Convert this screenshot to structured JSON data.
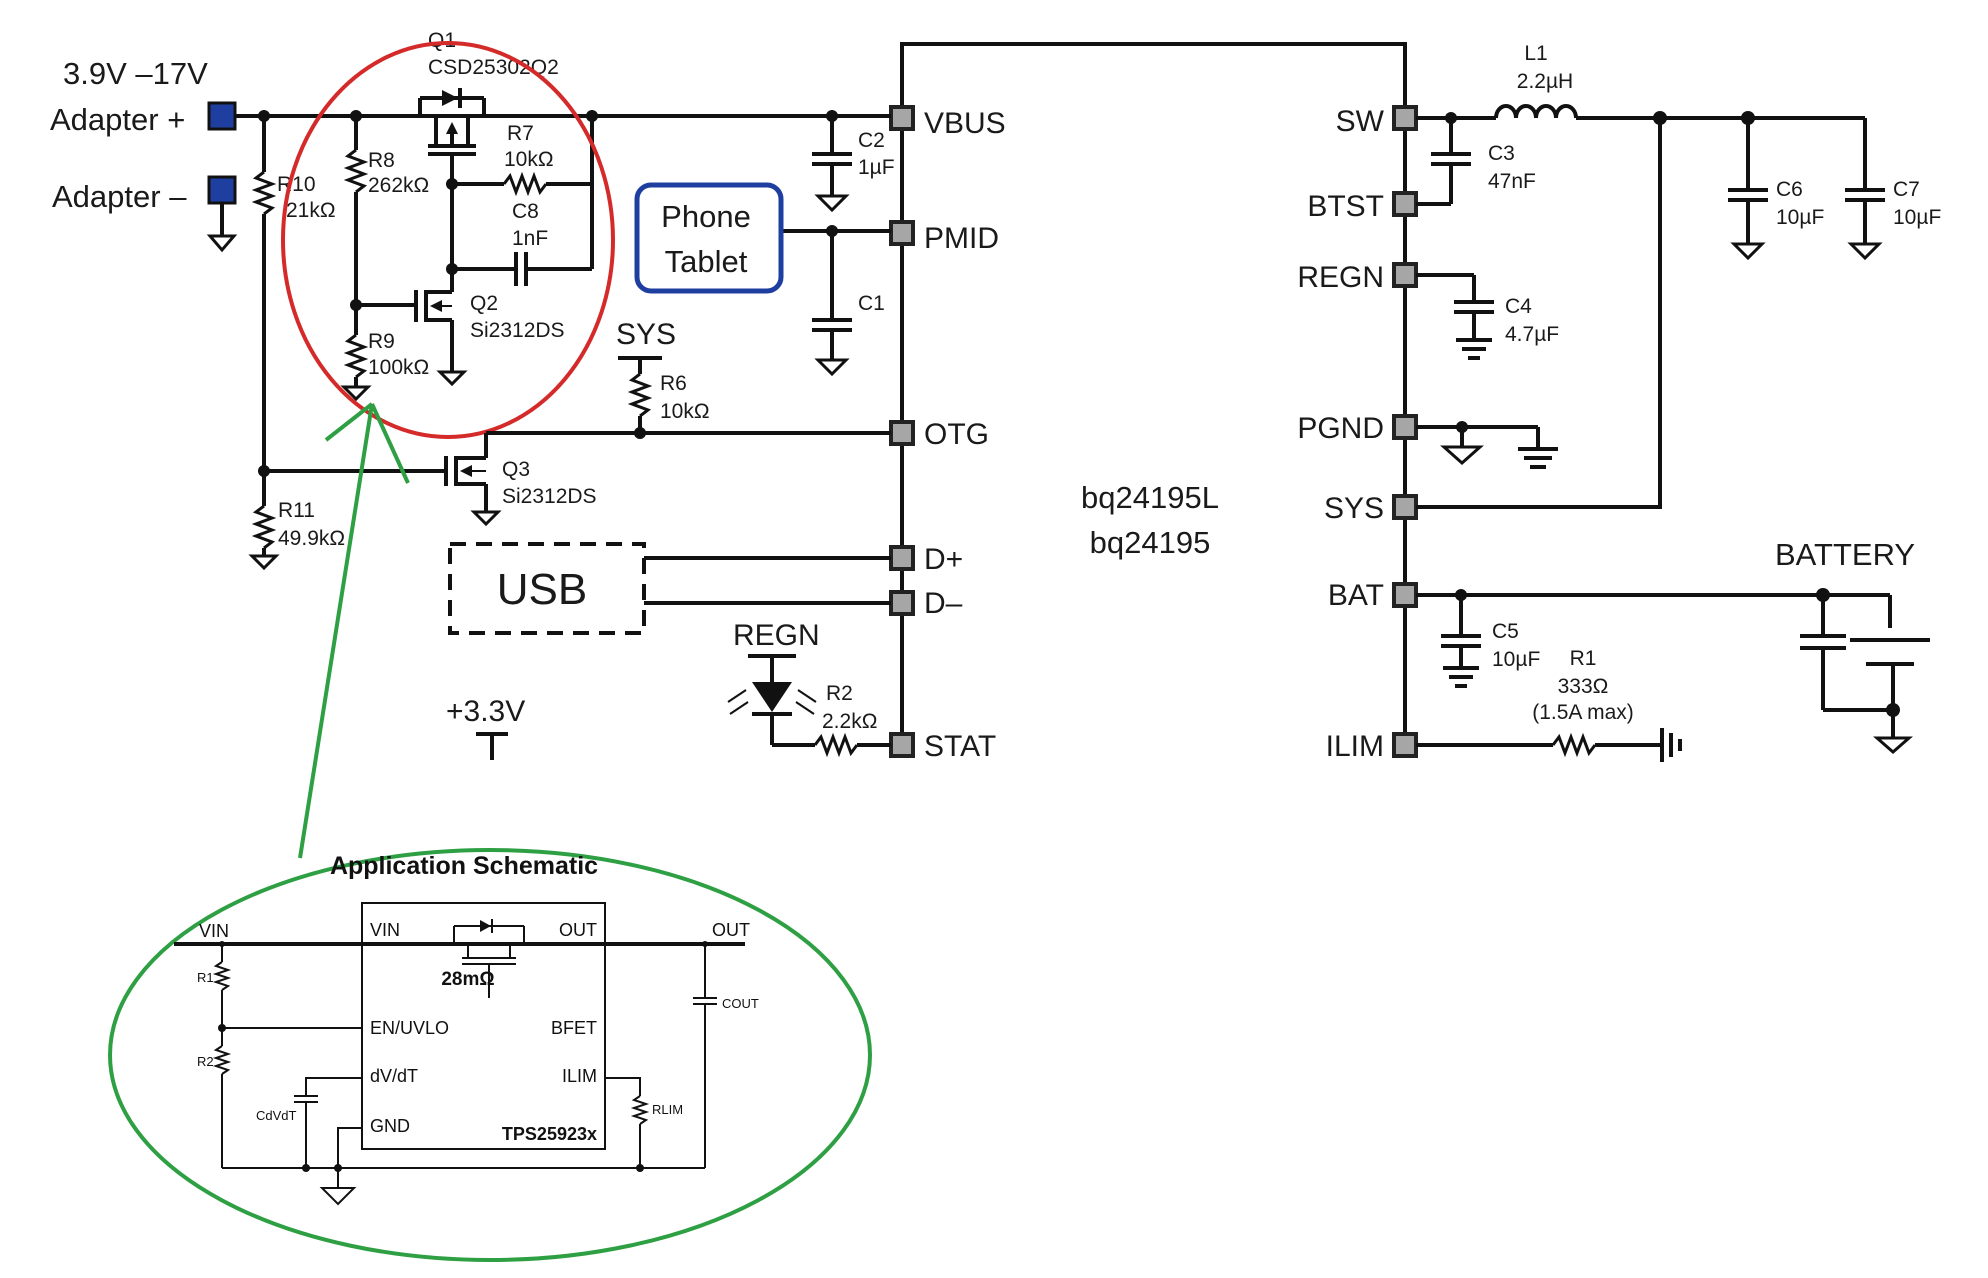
{
  "labels": {
    "adapter_range": "3.9V –17V",
    "adapter_plus": "Adapter +",
    "adapter_minus": "Adapter –",
    "phone": "Phone",
    "tablet": "Tablet",
    "sys": "SYS",
    "usb": "USB",
    "regn": "REGN",
    "v33": "+3.3V",
    "battery": "BATTERY",
    "chip_line1": "bq24195L",
    "chip_line2": "bq24195"
  },
  "components": {
    "q1": {
      "ref": "Q1",
      "part": "CSD25302Q2"
    },
    "r8": {
      "ref": "R8",
      "value": "262kΩ"
    },
    "r7": {
      "ref": "R7",
      "value": "10kΩ"
    },
    "c8": {
      "ref": "C8",
      "value": "1nF"
    },
    "q2": {
      "ref": "Q2",
      "part": "Si2312DS"
    },
    "r9": {
      "ref": "R9",
      "value": "100kΩ"
    },
    "r10": {
      "ref": "R10",
      "value": "21kΩ"
    },
    "r11": {
      "ref": "R11",
      "value": "49.9kΩ"
    },
    "q3": {
      "ref": "Q3",
      "part": "Si2312DS"
    },
    "r6": {
      "ref": "R6",
      "value": "10kΩ"
    },
    "c2": {
      "ref": "C2",
      "value": "1µF"
    },
    "c1": {
      "ref": "C1"
    },
    "r2": {
      "ref": "R2",
      "value": "2.2kΩ"
    },
    "l1": {
      "ref": "L1",
      "value": "2.2µH"
    },
    "c3": {
      "ref": "C3",
      "value": "47nF"
    },
    "c4": {
      "ref": "C4",
      "value": "4.7µF"
    },
    "c6": {
      "ref": "C6",
      "value": "10µF"
    },
    "c7": {
      "ref": "C7",
      "value": "10µF"
    },
    "c5": {
      "ref": "C5",
      "value": "10µF"
    },
    "r1": {
      "ref": "R1",
      "value": "333Ω",
      "note": "(1.5A max)"
    }
  },
  "left_pins": [
    "VBUS",
    "PMID",
    "OTG",
    "D+",
    "D–",
    "STAT"
  ],
  "right_pins": [
    "SW",
    "BTST",
    "REGN",
    "PGND",
    "SYS",
    "BAT",
    "ILIM"
  ],
  "inset": {
    "title": "Application Schematic",
    "part": "TPS25923x",
    "rdson": "28mΩ",
    "pins_left": [
      "VIN",
      "EN/UVLO",
      "dV/dT",
      "GND"
    ],
    "pins_right": [
      "OUT",
      "BFET",
      "ILIM"
    ],
    "nets": {
      "vin": "VIN",
      "out": "OUT",
      "r1": "R1",
      "r2": "R2",
      "cdvdt": "CdVdT",
      "cout": "COUT",
      "rlim": "RLIM"
    }
  },
  "colors": {
    "red_highlight": "#d42a2a",
    "green_callout": "#2ea043",
    "blue_box": "#1f3fa0",
    "pad_gray": "#a6a6a6"
  }
}
